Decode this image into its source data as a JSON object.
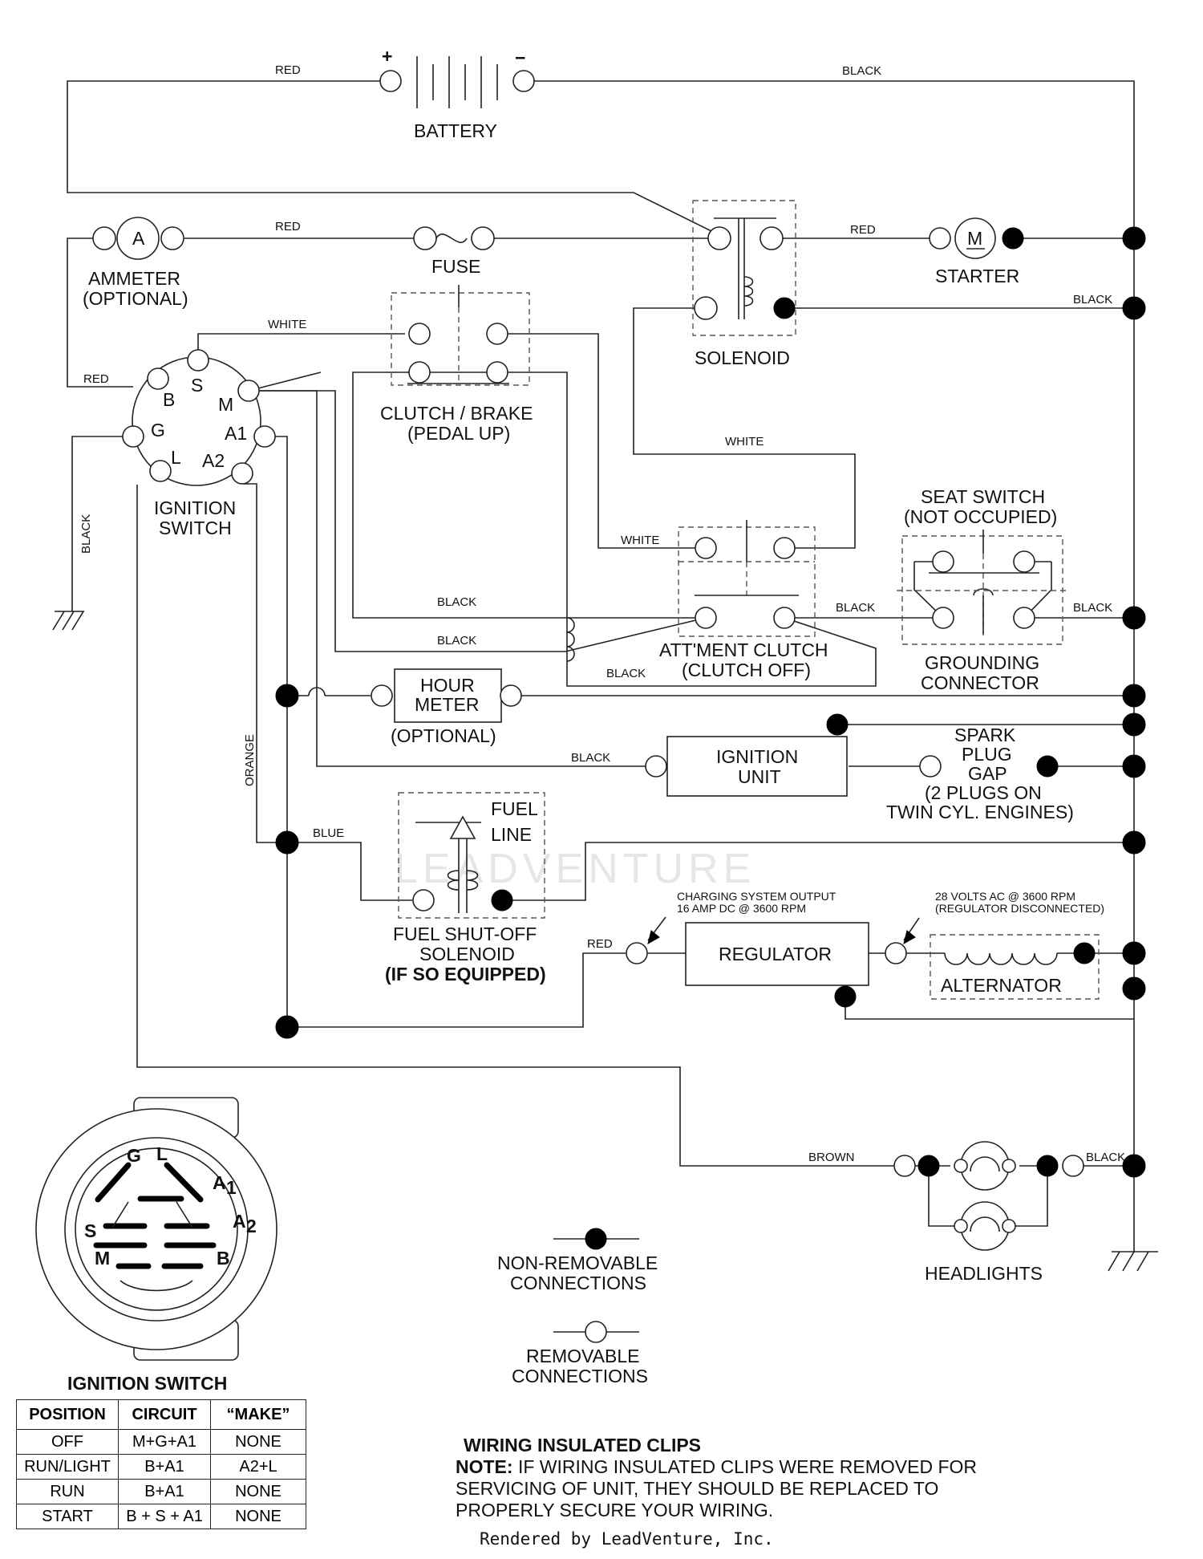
{
  "components": {
    "battery": "BATTERY",
    "battery_pos": "+",
    "battery_neg": "−",
    "ammeter_symbol": "A",
    "ammeter_l1": "AMMETER",
    "ammeter_l2": "(OPTIONAL)",
    "fuse": "FUSE",
    "starter_symbol": "M",
    "starter": "STARTER",
    "solenoid": "SOLENOID",
    "clutch_brake_l1": "CLUTCH / BRAKE",
    "clutch_brake_l2": "(PEDAL UP)",
    "seat_switch_l1": "SEAT SWITCH",
    "seat_switch_l2": "(NOT OCCUPIED)",
    "grounding_l1": "GROUNDING",
    "grounding_l2": "CONNECTOR",
    "attment_l1": "ATT'MENT CLUTCH",
    "attment_l2": "(CLUTCH OFF)",
    "ignition_switch_l1": "IGNITION",
    "ignition_switch_l2": "SWITCH",
    "hour_meter_l1": "HOUR",
    "hour_meter_l2": "METER",
    "hour_meter_l3": "(OPTIONAL)",
    "ignition_unit_l1": "IGNITION",
    "ignition_unit_l2": "UNIT",
    "spark_l1": "SPARK",
    "spark_l2": "PLUG",
    "spark_l3": "GAP",
    "spark_l4": "(2 PLUGS ON",
    "spark_l5": "TWIN CYL. ENGINES)",
    "fuel_line_l1": "FUEL",
    "fuel_line_l2": "LINE",
    "fuel_sol_l1": "FUEL SHUT-OFF",
    "fuel_sol_l2": "SOLENOID",
    "fuel_sol_l3": "(IF SO EQUIPPED)",
    "charging_l1": "CHARGING SYSTEM OUTPUT",
    "charging_l2": "16 AMP DC @ 3600 RPM",
    "regulator": "REGULATOR",
    "volts_l1": "28 VOLTS AC @ 3600 RPM",
    "volts_l2": "(REGULATOR DISCONNECTED)",
    "alternator": "ALTERNATOR",
    "headlights": "HEADLIGHTS"
  },
  "terminals": {
    "S": "S",
    "B": "B",
    "M": "M",
    "G": "G",
    "A1": "A1",
    "L": "L",
    "A2": "A2",
    "face_G": "G",
    "face_L": "L",
    "face_A": "A",
    "face_sub1": "1",
    "face_sub2": "2",
    "face_S": "S",
    "face_M": "M",
    "face_B": "B"
  },
  "wire_colors": {
    "red": "RED",
    "black": "BLACK",
    "white": "WHITE",
    "orange": "ORANGE",
    "blue": "BLUE",
    "brown": "BROWN"
  },
  "legend": {
    "non_removable_l1": "NON-REMOVABLE",
    "non_removable_l2": "CONNECTIONS",
    "removable_l1": "REMOVABLE",
    "removable_l2": "CONNECTIONS"
  },
  "watermark": "LEADVENTURE",
  "ignition_table": {
    "title": "IGNITION SWITCH",
    "headers": [
      "POSITION",
      "CIRCUIT",
      "“MAKE”"
    ],
    "rows": [
      [
        "OFF",
        "M+G+A1",
        "NONE"
      ],
      [
        "RUN/LIGHT",
        "B+A1",
        "A2+L"
      ],
      [
        "RUN",
        "B+A1",
        "NONE"
      ],
      [
        "START",
        "B + S + A1",
        "NONE"
      ]
    ]
  },
  "note": {
    "title": "WIRING INSULATED CLIPS",
    "head": "NOTE:",
    "line1": " IF WIRING INSULATED CLIPS WERE REMOVED FOR",
    "line2": "SERVICING OF UNIT, THEY SHOULD BE REPLACED TO",
    "line3": "PROPERLY SECURE YOUR WIRING."
  },
  "footer": "Rendered by LeadVenture, Inc."
}
